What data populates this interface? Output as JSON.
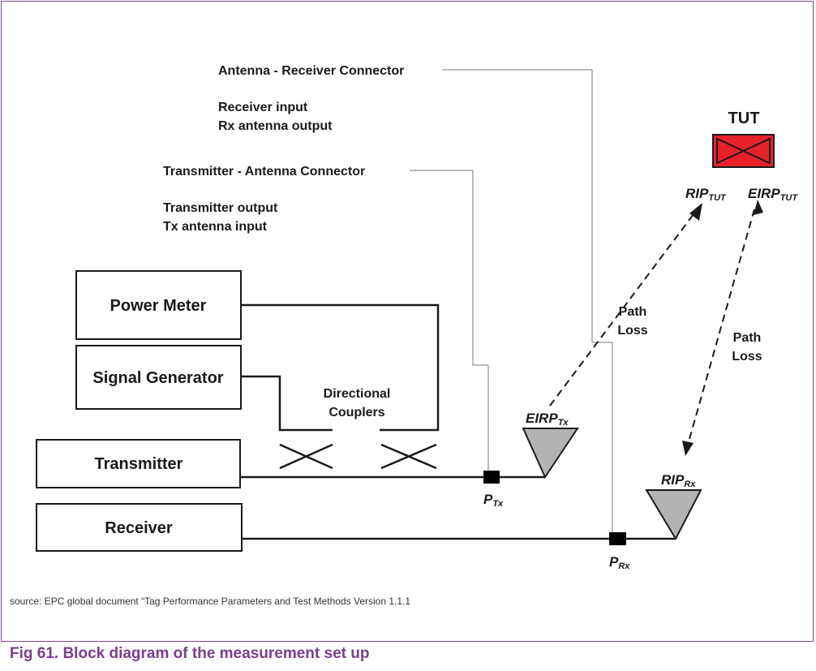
{
  "diagram": {
    "boxes": {
      "power_meter": "Power Meter",
      "signal_generator": "Signal Generator",
      "transmitter": "Transmitter",
      "receiver": "Receiver"
    },
    "couplers_label_line1": "Directional",
    "couplers_label_line2": "Couplers",
    "connectors": {
      "antenna_receiver": "Antenna - Receiver Connector",
      "receiver_input": "Receiver input",
      "rx_antenna_output": "Rx antenna output",
      "transmitter_antenna": "Transmitter - Antenna Connector",
      "transmitter_output": "Transmitter output",
      "tx_antenna_input": "Tx antenna input"
    },
    "tut": "TUT",
    "signals": {
      "rip_tut_main": "RIP",
      "rip_tut_sub": "TUT",
      "eirp_tut_main": "EIRP",
      "eirp_tut_sub": "TUT",
      "eirp_tx_main": "EIRP",
      "eirp_tx_sub": "Tx",
      "rip_rx_main": "RIP",
      "rip_rx_sub": "Rx",
      "p_tx_main": "P",
      "p_tx_sub": "Tx",
      "p_rx_main": "P",
      "p_rx_sub": "Rx"
    },
    "path_loss_line1": "Path",
    "path_loss_line2": "Loss"
  },
  "source": "source: EPC global document “Tag Performance Parameters and Test Methods Version 1.1.1",
  "caption": "Fig 61.  Block diagram of the measurement set up",
  "colors": {
    "tut_fill": "#e8212b",
    "antenna_fill": "#b3b3b3",
    "caption": "#7a3d8f",
    "frame": "#7a4a8a"
  }
}
